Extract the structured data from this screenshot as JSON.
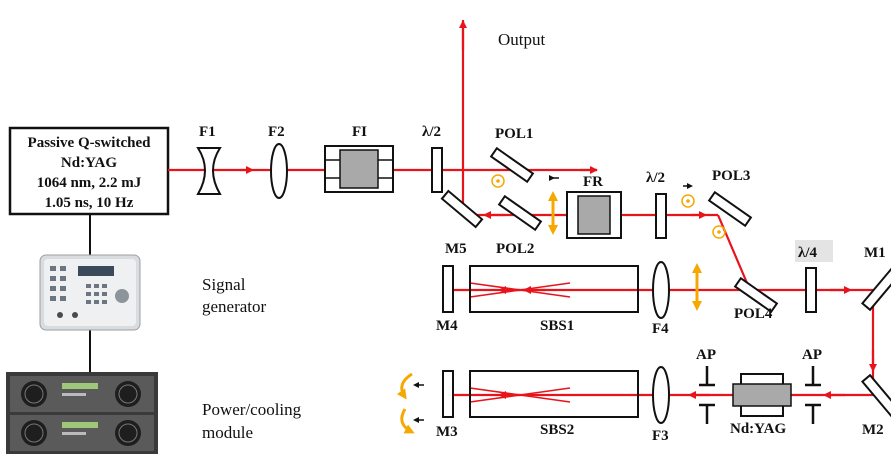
{
  "source_box": {
    "lines": [
      "Passive Q-switched",
      "Nd:YAG",
      "1064 nm, 2.2 mJ",
      "1.05 ns, 10 Hz"
    ]
  },
  "labels": {
    "output": "Output",
    "f1": "F1",
    "f2": "F2",
    "fi": "FI",
    "hwp1": "λ/2",
    "pol1": "POL1",
    "pol2": "POL2",
    "m5": "M5",
    "fr": "FR",
    "hwp2": "λ/2",
    "pol3": "POL3",
    "pol4": "POL4",
    "qwp": "λ/4",
    "m1": "M1",
    "m2": "M2",
    "m3": "M3",
    "m4": "M4",
    "sbs1": "SBS1",
    "sbs2": "SBS2",
    "f3": "F3",
    "f4": "F4",
    "ap1": "AP",
    "ap2": "AP",
    "ndyag": "Nd:YAG",
    "signal_generator": [
      "Signal",
      "generator"
    ],
    "power_cooling": [
      "Power/cooling",
      "module"
    ]
  },
  "colors": {
    "beam": "#e8141c",
    "arrow_orange": "#f5a800",
    "black": "#111111",
    "gray": "#a9a9a9"
  },
  "icons": {
    "signal_generator": "function-generator-device",
    "power_module": "rack-power-cooling-unit"
  }
}
